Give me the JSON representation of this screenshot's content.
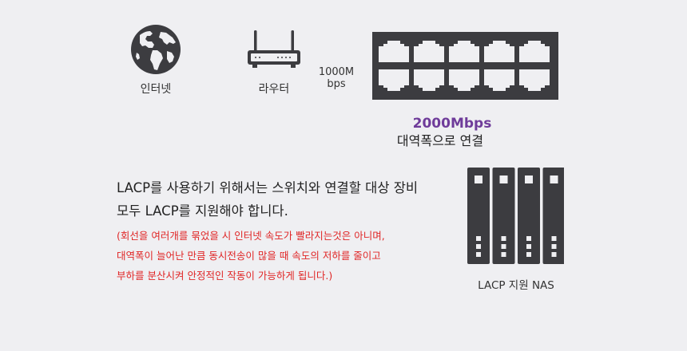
{
  "colors": {
    "icon": "#3c3c40",
    "accent": "#6f3c9a",
    "note": "#e02626",
    "background": "#efeff2"
  },
  "internet": {
    "icon": "globe-icon",
    "label": "인터넷"
  },
  "router": {
    "icon": "router-icon",
    "label": "라우터"
  },
  "link": {
    "speed_line1": "1000M",
    "speed_line2": "bps"
  },
  "switch": {
    "icon": "network-switch-icon",
    "ports": 10,
    "speed": "2000Mbps",
    "description": "대역폭으로 연결"
  },
  "main": {
    "line1": "LACP를 사용하기 위해서는 스위치와 연결할 대상 장비",
    "line2": "모두 LACP를 지원해야 합니다."
  },
  "note": {
    "line1": "(회선을 여러개를 묶었을 시 인터넷 속도가 빨라지는것은 아니며,",
    "line2": "대역폭이 늘어난 만큼 동시전송이 많을 때 속도의 저하를 줄이고",
    "line3": "부하를 분산시켜 안정적인 작동이 가능하게 됩니다.)"
  },
  "nas": {
    "icon": "nas-icon",
    "bays": 4,
    "label": "LACP 지원 NAS"
  }
}
